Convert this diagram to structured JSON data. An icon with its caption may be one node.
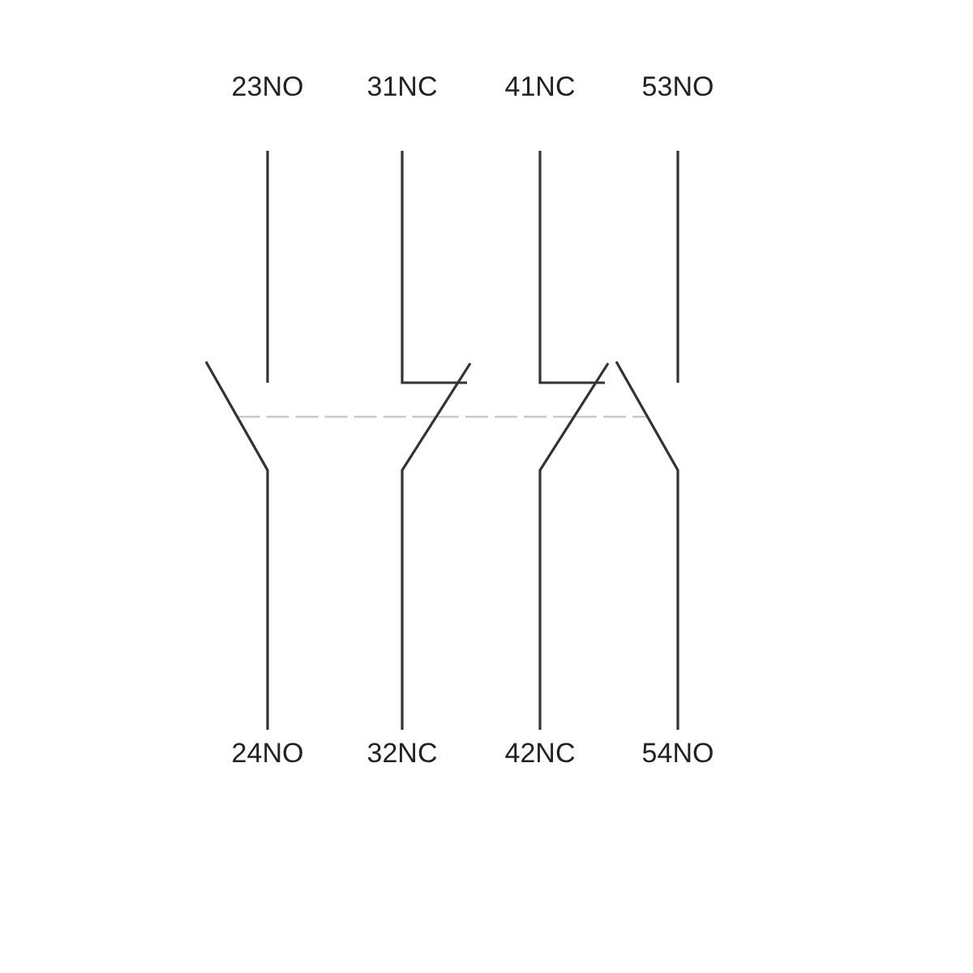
{
  "diagram": {
    "nodes": [
      {
        "text": [],
        "shape": "switch"
      },
      {
        "text": [],
        "shape": "switch"
      },
      {
        "text": [],
        "shape": "switch"
      },
      {
        "text": [],
        "shape": "switch"
      }
    ],
    "edges": [
      {
        "from": 0,
        "to": 1,
        "arrow": "none",
        "style": "dashed"
      },
      {
        "from": 1,
        "to": 2,
        "arrow": "none",
        "style": "dashed"
      },
      {
        "from": 2,
        "to": 3,
        "arrow": "none",
        "style": "dashed"
      }
    ],
    "labels": [
      "23NO",
      "31NC",
      "41NC",
      "53NO",
      "24NO",
      "32NC",
      "42NC",
      "54NO"
    ]
  }
}
